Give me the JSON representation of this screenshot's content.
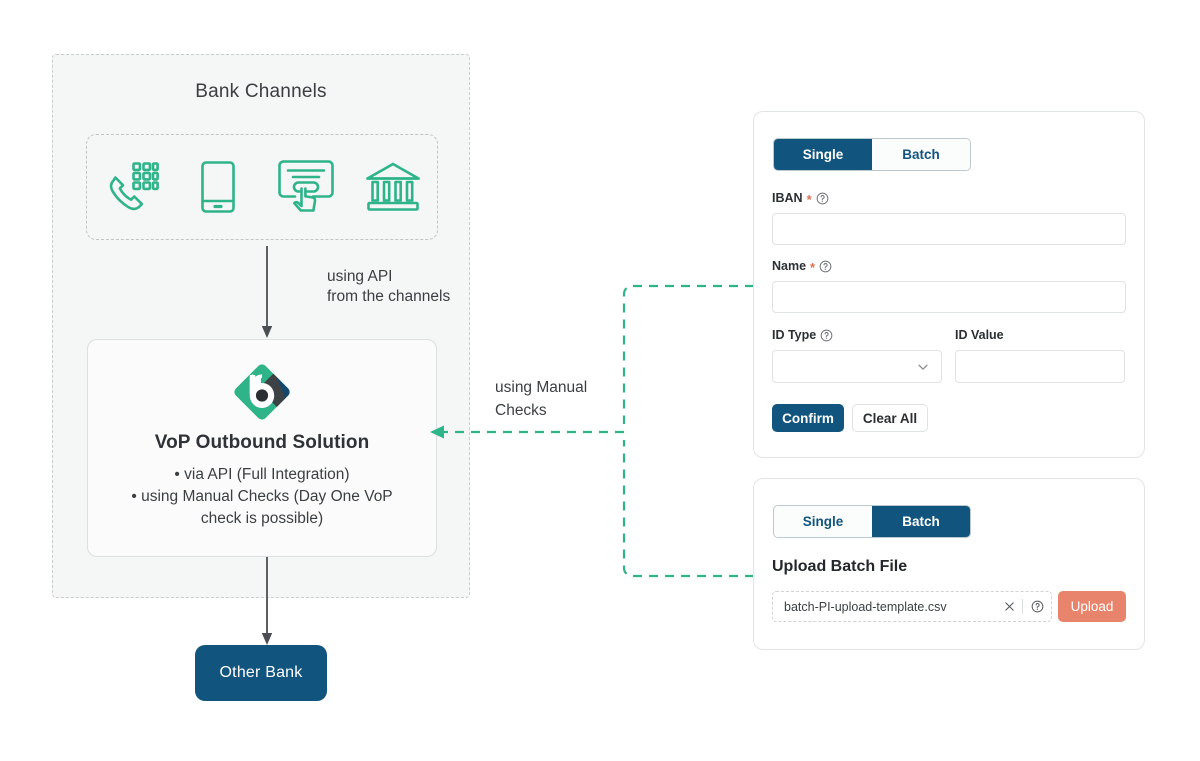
{
  "colors": {
    "navy": "#11557e",
    "teal": "#2fb48a",
    "coral": "#e8846b",
    "panel_border": "#e2e5e6",
    "dashed_gray": "#c9cccd",
    "group_bg": "#f5f6f6",
    "text": "#3b3f42"
  },
  "diagram": {
    "bank_group_title": "Bank Channels",
    "channels": [
      {
        "name": "phone-keypad-icon",
        "label": "Phone banking"
      },
      {
        "name": "mobile-phone-icon",
        "label": "Mobile banking"
      },
      {
        "name": "touchscreen-click-icon",
        "label": "Online / self-service"
      },
      {
        "name": "bank-building-icon",
        "label": "Branch"
      }
    ],
    "api_arrow_label_line1": "using API",
    "api_arrow_label_line2": "from the channels",
    "manual_arrow_label_line1": "using Manual",
    "manual_arrow_label_line2": "Checks",
    "vop": {
      "logo_name": "vop-diamond-b-logo",
      "title": "VoP Outbound Solution",
      "bullets": [
        "via API (Full Integration)",
        "using Manual Checks (Day One VoP check is possible)"
      ],
      "bullet_lines": [
        "•  via API (Full Integration)",
        "•  using Manual Checks (Day One VoP",
        "check is possible)"
      ]
    },
    "other_bank_label": "Other Bank"
  },
  "single_panel": {
    "tabs": [
      {
        "label": "Single",
        "selected": true
      },
      {
        "label": "Batch",
        "selected": false
      }
    ],
    "fields": {
      "iban": {
        "label": "IBAN",
        "required": true,
        "has_help": true,
        "value": "",
        "placeholder": ""
      },
      "name": {
        "label": "Name",
        "required": true,
        "has_help": true,
        "value": "",
        "placeholder": ""
      },
      "id_type": {
        "label": "ID Type",
        "required": false,
        "has_help": true,
        "value": "",
        "placeholder": ""
      },
      "id_value": {
        "label": "ID Value",
        "required": false,
        "has_help": false,
        "value": "",
        "placeholder": ""
      }
    },
    "buttons": {
      "confirm": "Confirm",
      "clear_all": "Clear All"
    }
  },
  "batch_panel": {
    "tabs": [
      {
        "label": "Single",
        "selected": false
      },
      {
        "label": "Batch",
        "selected": true
      }
    ],
    "heading": "Upload Batch File",
    "file_name": "batch-PI-upload-template.csv",
    "clear_icon": "close-icon",
    "help_icon": "help-circle-icon",
    "upload_button": "Upload"
  }
}
